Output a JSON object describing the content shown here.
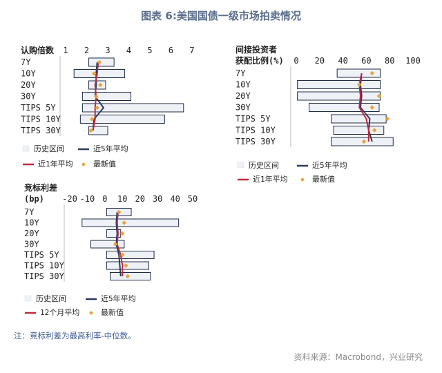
{
  "page": {
    "title": "图表 6:美国国债一级市场拍卖情况",
    "footnote": "注：竞标利差为最高利率-中位数。",
    "source": "资料来源：Macrobond，兴业研究"
  },
  "colors": {
    "range_fill": "#eef2f7",
    "range_stroke": "#1f2a44",
    "avg5y": "#2b3a5c",
    "avg1y": "#c0283a",
    "latest": "#e8a33c"
  },
  "chart_data": [
    {
      "type": "range",
      "id": "bid-to-cover",
      "title": "认购倍数",
      "xlabel": "",
      "ylabel": "",
      "x_ticks": [
        1,
        2,
        3,
        4,
        5,
        6,
        7
      ],
      "xlim": [
        1,
        7
      ],
      "grid": false,
      "legend_position": "bottom",
      "categories": [
        "7Y",
        "10Y",
        "20Y",
        "30Y",
        "TIPS 5Y",
        "TIPS 10Y",
        "TIPS 30Y"
      ],
      "range_low": [
        2.1,
        1.4,
        2.1,
        1.8,
        1.8,
        1.7,
        2.1
      ],
      "range_high": [
        3.3,
        3.8,
        2.9,
        4.1,
        6.6,
        5.7,
        3.0
      ],
      "avg5y": [
        2.5,
        2.45,
        2.45,
        2.4,
        2.8,
        2.35,
        2.3
      ],
      "avg1y": [
        2.55,
        2.5,
        2.4,
        2.45,
        2.4,
        2.4,
        2.3
      ],
      "latest": [
        2.6,
        2.35,
        2.65,
        2.45,
        2.5,
        2.25,
        2.2
      ],
      "legend": {
        "range": "历史区间",
        "avg5y": "近5年平均",
        "avg1y": "近1年平均",
        "latest": "最新值"
      }
    },
    {
      "type": "range",
      "id": "indirect-bidders",
      "title": "间接投资者\n获配比例(%)",
      "xlabel": "",
      "ylabel": "",
      "x_ticks": [
        0,
        20,
        40,
        60,
        80,
        100
      ],
      "xlim": [
        0,
        100
      ],
      "grid": false,
      "legend_position": "bottom",
      "categories": [
        "7Y",
        "10Y",
        "20Y",
        "30Y",
        "TIPS 5Y",
        "TIPS 10Y",
        "TIPS 30Y"
      ],
      "range_low": [
        35,
        1,
        1,
        11,
        30,
        32,
        30
      ],
      "range_high": [
        72,
        72,
        72,
        71,
        77,
        75,
        83
      ],
      "avg5y": [
        56,
        55,
        56,
        55,
        63,
        62,
        65
      ],
      "avg1y": [
        56,
        54,
        55,
        54,
        60,
        62,
        62
      ],
      "latest": [
        65,
        54,
        71,
        65,
        78,
        67,
        58
      ],
      "legend": {
        "range": "历史区间",
        "avg5y": "近5年平均",
        "avg1y": "近1年平均",
        "latest": "最新值"
      }
    },
    {
      "type": "range",
      "id": "tail-spread",
      "title": "竞标利差\n(bp)",
      "xlabel": "",
      "ylabel": "",
      "x_ticks": [
        -20,
        -10,
        0,
        10,
        20,
        30,
        40,
        50
      ],
      "xlim": [
        -20,
        50
      ],
      "grid": false,
      "legend_position": "bottom",
      "categories": [
        "7Y",
        "10Y",
        "20Y",
        "30Y",
        "TIPS 5Y",
        "TIPS 10Y",
        "TIPS 30Y"
      ],
      "range_low": [
        1,
        -13,
        1,
        -8,
        1,
        1,
        3
      ],
      "range_high": [
        15,
        42,
        9,
        11,
        28,
        25,
        26
      ],
      "avg5y": [
        7,
        6.5,
        7,
        6.5,
        8,
        8.5,
        9
      ],
      "avg1y": [
        7.5,
        7,
        7.5,
        7,
        9,
        10,
        10
      ],
      "latest": [
        8,
        11,
        10,
        6,
        10,
        12,
        13
      ],
      "legend": {
        "range": "历史区间",
        "avg5y": "近5年平均",
        "avg1y": "12个月平均",
        "latest": "最新值"
      }
    }
  ]
}
